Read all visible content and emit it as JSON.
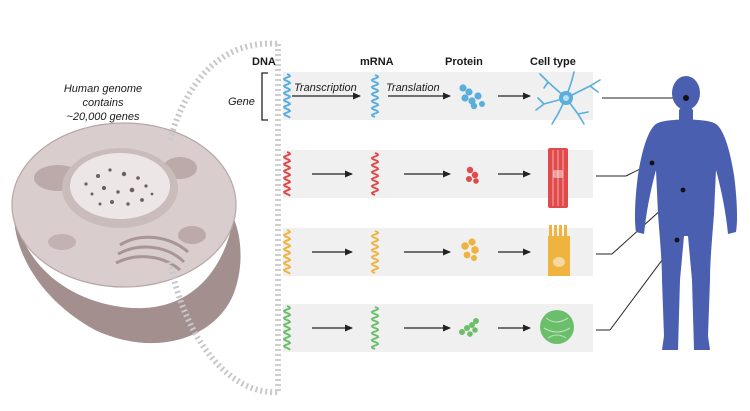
{
  "genome_label_lines": [
    "Human genome",
    "contains",
    "~20,000 genes"
  ],
  "headers": {
    "dna": "DNA",
    "mrna": "mRNA",
    "protein": "Protein",
    "cell_type": "Cell type"
  },
  "gene_label": "Gene",
  "process_labels": {
    "transcription": "Transcription",
    "translation": "Translation"
  },
  "rows": [
    {
      "gene": "gene-1",
      "color": "#5aaedc",
      "cell": "neuron"
    },
    {
      "gene": "gene-2",
      "color": "#e04a4a",
      "cell": "muscle-cell"
    },
    {
      "gene": "gene-3",
      "color": "#efb340",
      "cell": "epithelial-cell"
    },
    {
      "gene": "gene-4",
      "color": "#6cbf6a",
      "cell": "round-cell"
    }
  ],
  "colors": {
    "row_band": "#f0f0f0",
    "human_body": "#4a5fb0",
    "cell_body": "#d9cdcd",
    "cell_shadow": "#a48f8f",
    "nucleus": "#ece6e6",
    "dna_strand": "#c8c8c8"
  }
}
